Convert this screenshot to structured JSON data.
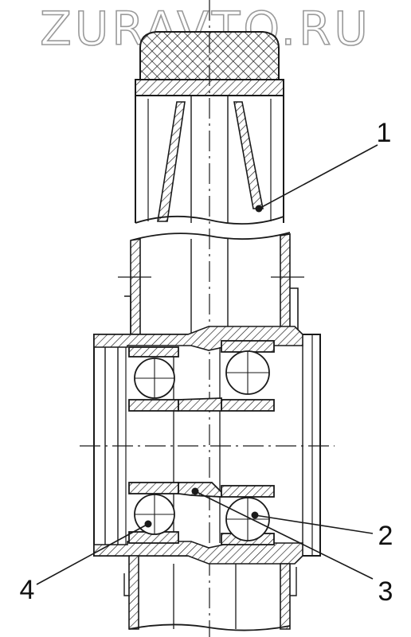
{
  "watermark": {
    "text": "ZURAVTO.RU"
  },
  "callouts": [
    {
      "id": "1",
      "label": "1"
    },
    {
      "id": "2",
      "label": "2"
    },
    {
      "id": "3",
      "label": "3"
    },
    {
      "id": "4",
      "label": "4"
    }
  ],
  "colors": {
    "line": "#1a1a1a",
    "watermark": "#9a9a9a",
    "background": "#ffffff"
  }
}
